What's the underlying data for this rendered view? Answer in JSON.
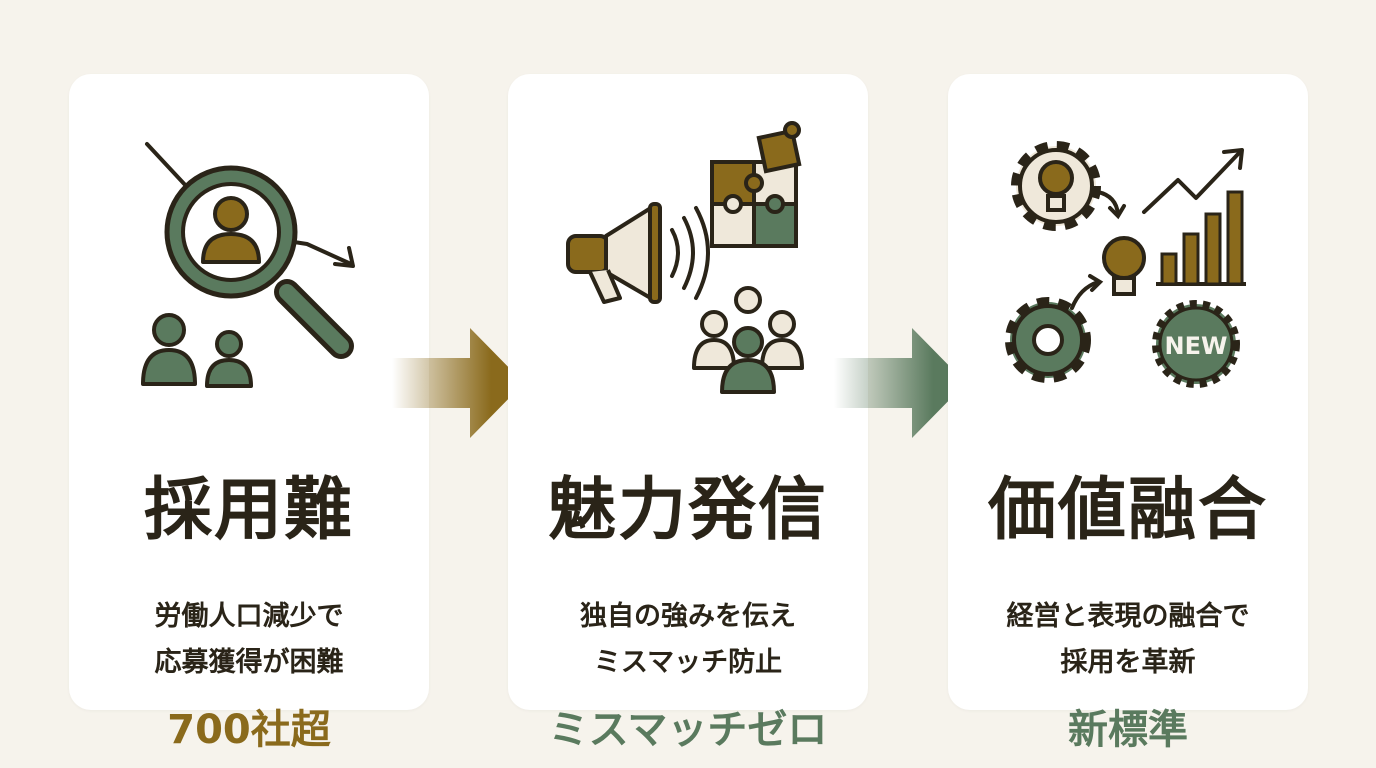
{
  "steps": [
    {
      "title": "採用難",
      "desc": [
        "労働人口減少で",
        "応募獲得が困難"
      ],
      "highlight": "700社超",
      "icon": "magnifier-people-decline-icon",
      "accent": "#8a6a1c"
    },
    {
      "title": "魅力発信",
      "desc": [
        "独自の強みを伝え",
        "ミスマッチ防止"
      ],
      "highlight": "ミスマッチゼロ",
      "icon": "megaphone-puzzle-team-icon",
      "accent": "#5a7a5e"
    },
    {
      "title": "価値融合",
      "desc": [
        "経営と表現の融合で",
        "採用を革新"
      ],
      "highlight": "新標準",
      "icon": "gears-bulbs-growth-icon",
      "accent": "#5a7a5e",
      "badge": "NEW"
    }
  ],
  "colors": {
    "background": "#f6f3ec",
    "card": "#ffffff",
    "dark": "#2a2418",
    "gold": "#8a6a1c",
    "green": "#5a7a5e"
  }
}
